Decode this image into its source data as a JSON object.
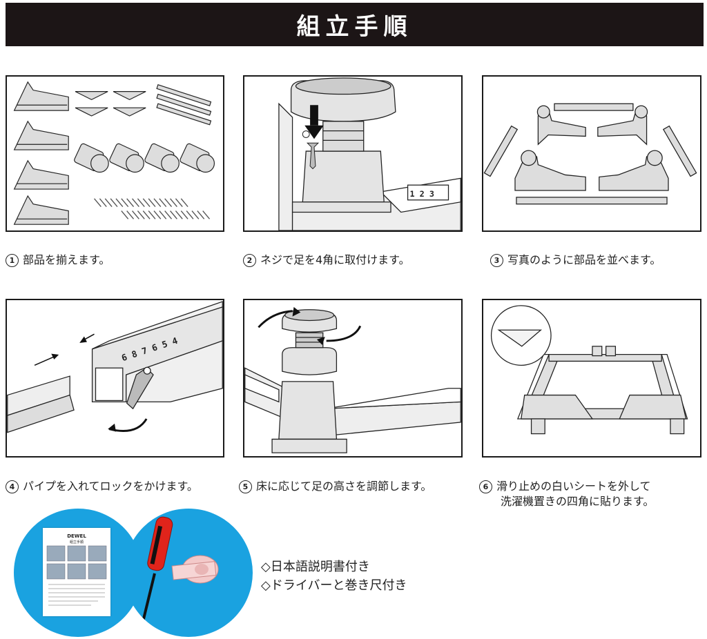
{
  "header": {
    "title": "組立手順"
  },
  "steps": [
    {
      "num": "1",
      "text": "部品を揃えます。"
    },
    {
      "num": "2",
      "text": "ネジで足を4角に取付けます。"
    },
    {
      "num": "3",
      "text": "写真のように部品を並べます。"
    },
    {
      "num": "4",
      "text": "パイプを入れてロックをかけます。"
    },
    {
      "num": "5",
      "text": "床に応じて足の高さを調節します。"
    },
    {
      "num": "6",
      "text": "滑り止めの白いシートを外して",
      "text2": "洗濯機置きの四角に貼ります。"
    }
  ],
  "step2_ruler": "1 2 3",
  "step4_ruler": "6 8 7 6 5 4",
  "accessories": {
    "manual_brand": "DEWEL",
    "manual_title": "組立手順",
    "items": [
      "◇日本語説明書付き",
      "◇ドライバーと巻き尺付き"
    ]
  },
  "colors": {
    "header_bg": "#1c1516",
    "circle_bg": "#1aa2e0",
    "driver_handle": "#e0241b"
  }
}
